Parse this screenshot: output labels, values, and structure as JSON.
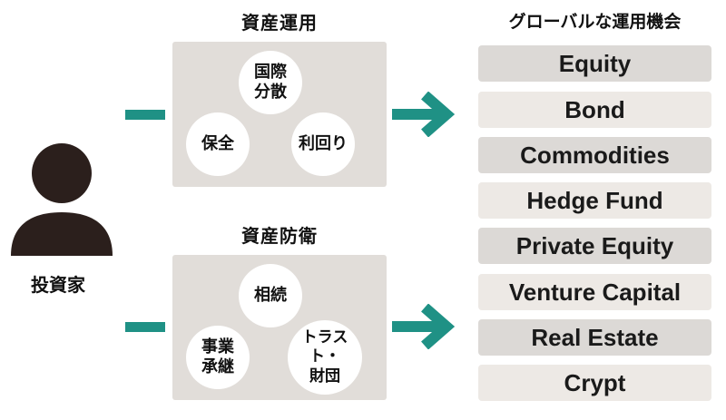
{
  "asset_management": {
    "title": "資産運用",
    "circles": [
      "国際\n分散",
      "保全",
      "利回り"
    ]
  },
  "asset_protection": {
    "title": "資産防衛",
    "circles": [
      "相続",
      "事業\n承継",
      "トラスト・\n財団"
    ]
  },
  "investor": {
    "label": "投資家"
  },
  "opportunities": {
    "title": "グローバルな運用機会",
    "items": [
      "Equity",
      "Bond",
      "Commodities",
      "Hedge Fund",
      "Private Equity",
      "Venture Capital",
      "Real Estate",
      "Crypt"
    ]
  },
  "colors": {
    "accent": "#1f9185",
    "panel": "#e1ddd9",
    "item_dark": "#dcd9d6",
    "item_light": "#ede9e5",
    "person": "#2b1f1c"
  },
  "icons": {
    "investor": "person-icon",
    "flow": "arrow-right-icon"
  }
}
